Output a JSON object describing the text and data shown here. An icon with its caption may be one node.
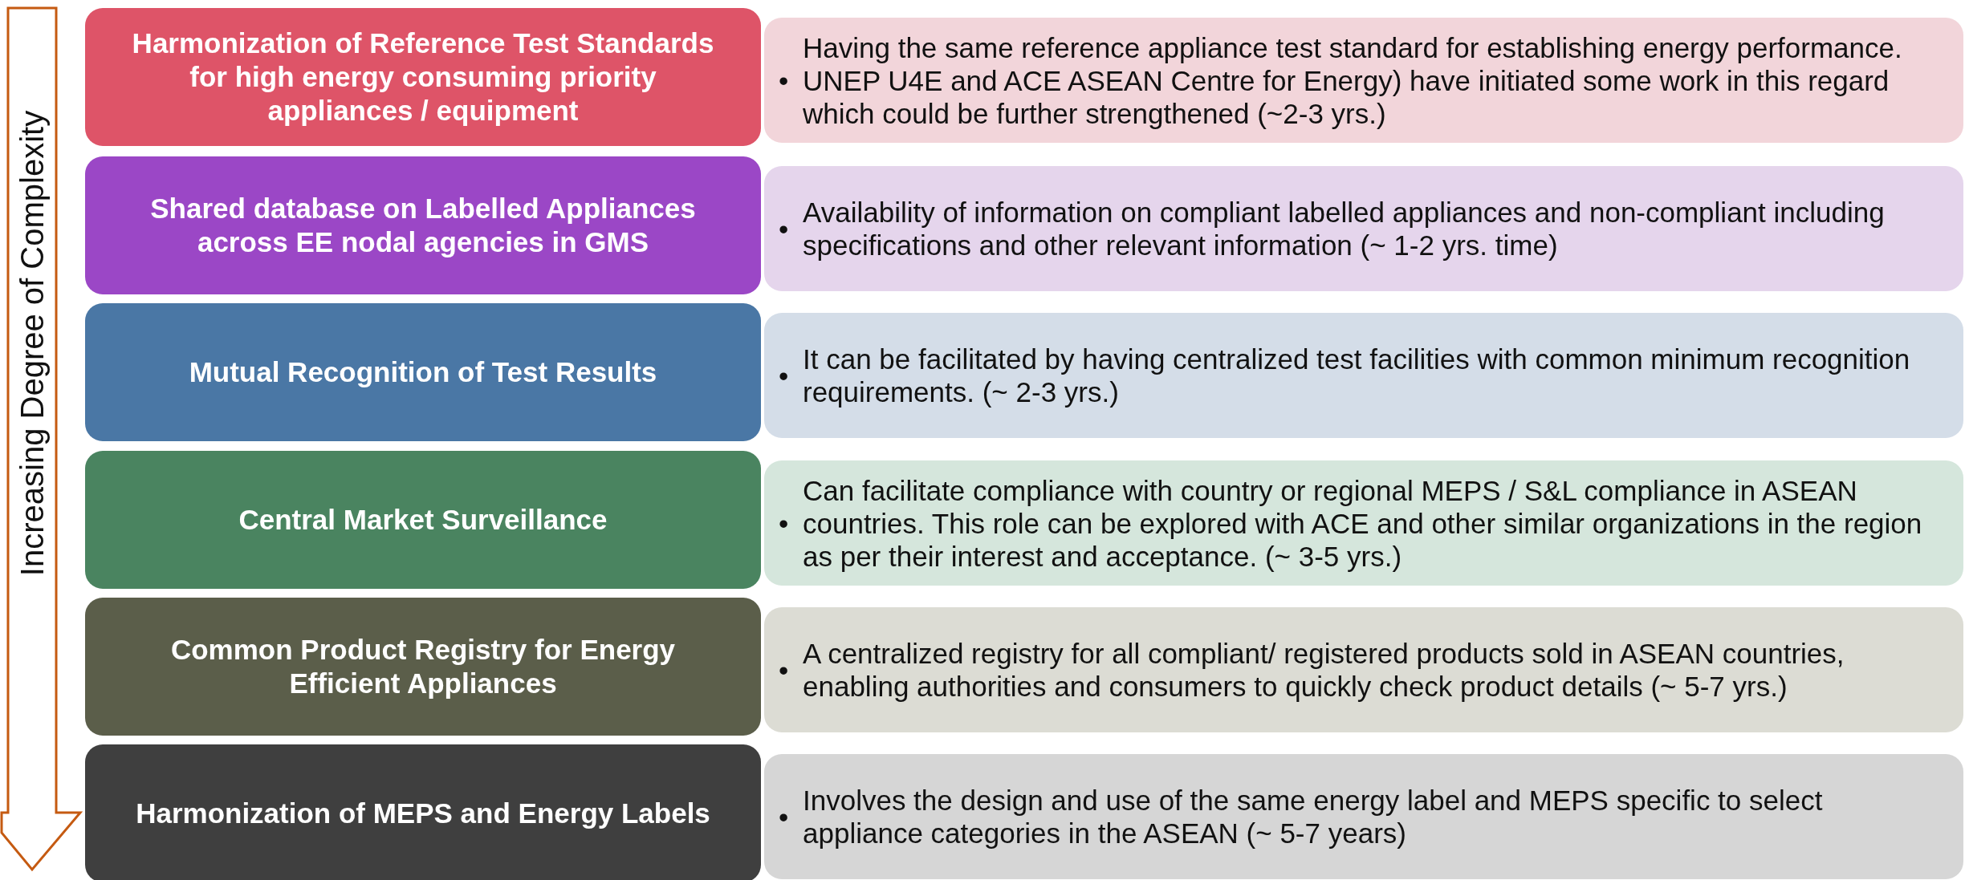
{
  "diagram": {
    "nodes": [
      {
        "text": [
          "Increasing Degree of Complexity"
        ]
      },
      {
        "text": [
          "Harmonization of Reference Test Standards for high energy consuming priority appliances / equipment"
        ]
      },
      {
        "text": [
          "•",
          "Having the same reference appliance test standard for establishing energy performance. UNEP U4E and ACE ASEAN Centre for Energy)  have initiated some work in this regard which could be further strengthened (~2-3 yrs.)"
        ]
      },
      {
        "text": [
          "Shared database on Labelled Appliances across EE nodal agencies in GMS"
        ]
      },
      {
        "text": [
          "•",
          "Availability of information on compliant labelled appliances and non-compliant including specifications and other relevant information (~ 1-2 yrs. time)"
        ]
      },
      {
        "text": [
          "Mutual Recognition of Test Results"
        ]
      },
      {
        "text": [
          "•",
          "It can be facilitated by having centralized test facilities with common minimum recognition requirements. (~ 2-3 yrs.)"
        ]
      },
      {
        "text": [
          "Central Market Surveillance"
        ]
      },
      {
        "text": [
          "•",
          "Can facilitate compliance with country or regional MEPS / S&L compliance in ASEAN countries. This role can be explored with ACE and other similar organizations in the region as per their interest and acceptance. (~ 3-5 yrs.)"
        ]
      },
      {
        "text": [
          "Common Product Registry for Energy Efficient Appliances"
        ]
      },
      {
        "text": [
          "•",
          "A centralized registry for all compliant/ registered products sold in ASEAN countries, enabling authorities and consumers to quickly check product details (~ 5-7 yrs.)"
        ]
      },
      {
        "text": [
          "Harmonization of MEPS and Energy Labels"
        ]
      },
      {
        "text": [
          "•",
          "Involves the design and use of the same energy label and MEPS specific to select appliance categories in the ASEAN (~ 5-7 years)"
        ]
      }
    ]
  }
}
